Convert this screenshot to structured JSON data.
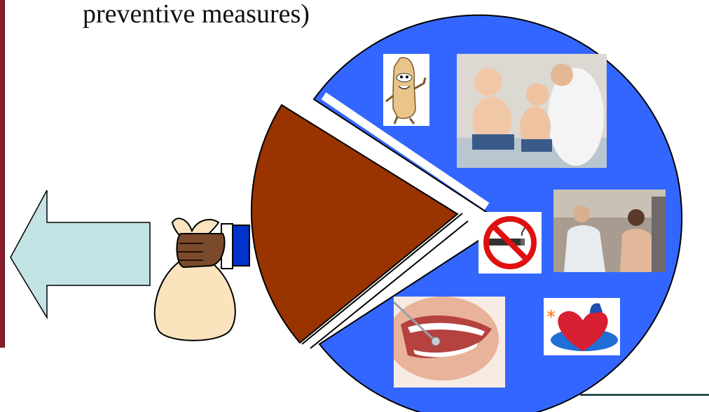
{
  "slide": {
    "caption_text": "preventive measures)"
  },
  "icons": {
    "arrow": "left-arrow-icon",
    "money_bag": "money-bag-icon",
    "condom": "condom-cartoon-icon",
    "vaccination_photo": "child-vaccination-photo",
    "doctor_exam_photo": "doctor-examination-photo",
    "no_smoking": "no-smoking-icon",
    "dental_photo": "dental-checkup-photo",
    "heart": "heart-health-icon"
  },
  "colors": {
    "pie_blue": "#3366ff",
    "pie_slice": "#993300",
    "arrow_fill": "#c4e3e4",
    "bag_fill": "#fbe3bd",
    "cuff_blue": "#0033cc",
    "accent_bar": "#8a1a2c"
  }
}
